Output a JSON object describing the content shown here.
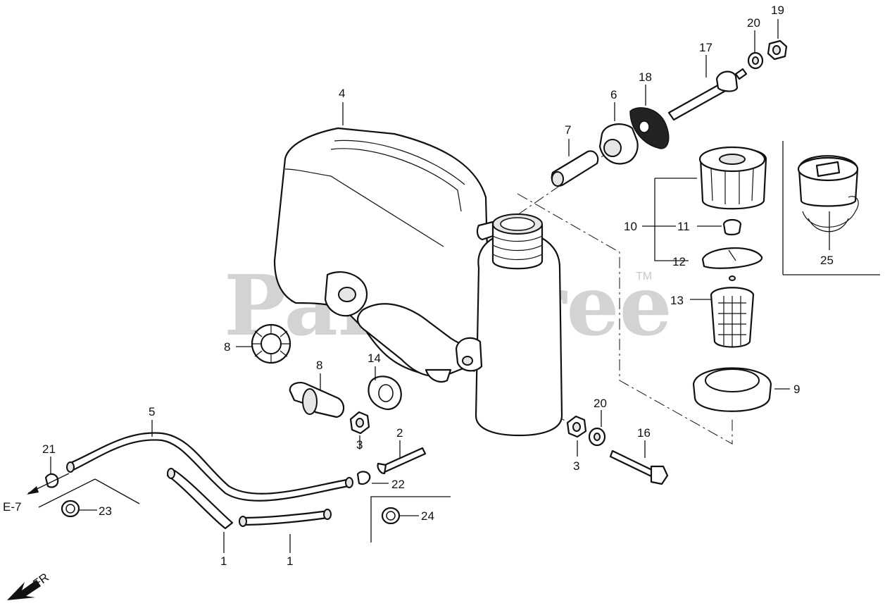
{
  "watermark": {
    "text": "PartsTree",
    "trademark": "TM"
  },
  "callouts": {
    "c1a": "1",
    "c1b": "1",
    "c2": "2",
    "c3a": "3",
    "c3b": "3",
    "c4": "4",
    "c5": "5",
    "c6": "6",
    "c7": "7",
    "c8a": "8",
    "c8b": "8",
    "c9": "9",
    "c10": "10",
    "c11": "11",
    "c12": "12",
    "c13": "13",
    "c14": "14",
    "c16": "16",
    "c17": "17",
    "c18": "18",
    "c19": "19",
    "c20a": "20",
    "c20b": "20",
    "c21": "21",
    "c22": "22",
    "c23": "23",
    "c24": "24",
    "c25": "25"
  },
  "references": {
    "e7": "E-7",
    "front": "FR"
  },
  "colors": {
    "line": "#111111",
    "watermark": "#d3d3d3",
    "background": "#ffffff"
  }
}
